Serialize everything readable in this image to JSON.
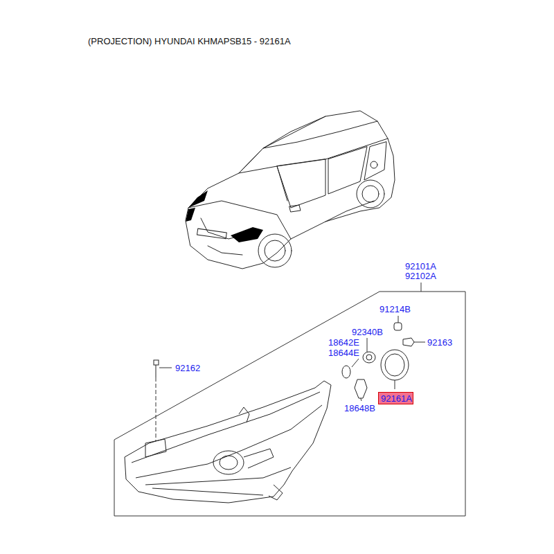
{
  "diagram": {
    "title": "(PROJECTION) HYUNDAI KHMAPSB15 - 92161A",
    "nodes": [
      {
        "text": [
          "92161A"
        ]
      }
    ],
    "labels": [
      "92101A",
      "92102A",
      "91214B",
      "92340B",
      "92163",
      "18642E",
      "18644E",
      "92162",
      "18648B"
    ]
  }
}
